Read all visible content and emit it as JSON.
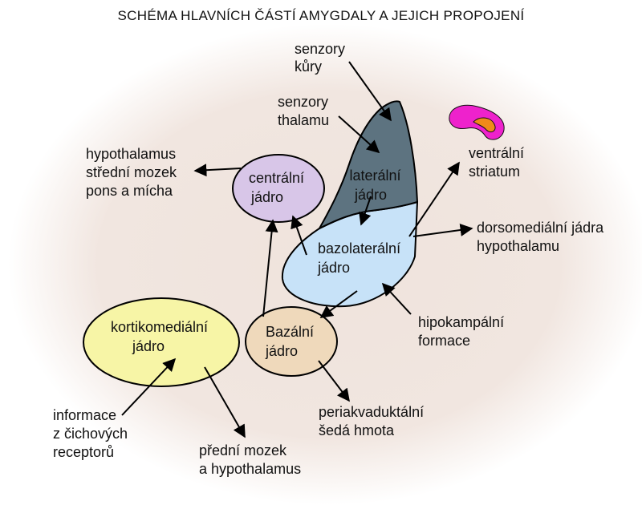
{
  "title": "SCHÉMA HLAVNÍCH ČÁSTÍ AMYGDALY A JEJICH PROPOJENÍ",
  "nodes": {
    "central": [
      "centrální",
      "jádro"
    ],
    "lateral": [
      "laterální",
      "jádro"
    ],
    "basolateral": [
      "bazolaterální",
      "jádro"
    ],
    "basal": [
      "Bazální",
      "jádro"
    ],
    "corticomedial": [
      "kortikomediální",
      "jádro"
    ]
  },
  "labels": {
    "senzory_kury": [
      "senzory",
      "kůry"
    ],
    "senzory_thalamu": [
      "senzory",
      "thalamu"
    ],
    "hypothalamus": [
      "hypothalamus",
      "střední mozek",
      "pons a mícha"
    ],
    "ventralni_striatum": [
      "ventrální",
      "striatum"
    ],
    "dorsomedialni": [
      "dorsomediální jádra",
      "hypothalamu"
    ],
    "hipokampalni": [
      "hipokampální",
      "formace"
    ],
    "periakvaduktalni": [
      "periakvaduktální",
      "šedá hmota"
    ],
    "informace": [
      "informace",
      "z čichových",
      "receptorů"
    ],
    "predni_mozek": [
      "přední mozek",
      "a hypothalamus"
    ]
  },
  "colors": {
    "background_glow": "#efe3dc",
    "central_fill": "#d8c6e8",
    "lateral_fill": "#5d7380",
    "basolateral_fill": "#c7e2f8",
    "basal_fill": "#efd9bb",
    "corticomedial_fill": "#f7f5a6",
    "brain_icon_magenta": "#ee22cc",
    "brain_icon_orange": "#f08a1a"
  }
}
